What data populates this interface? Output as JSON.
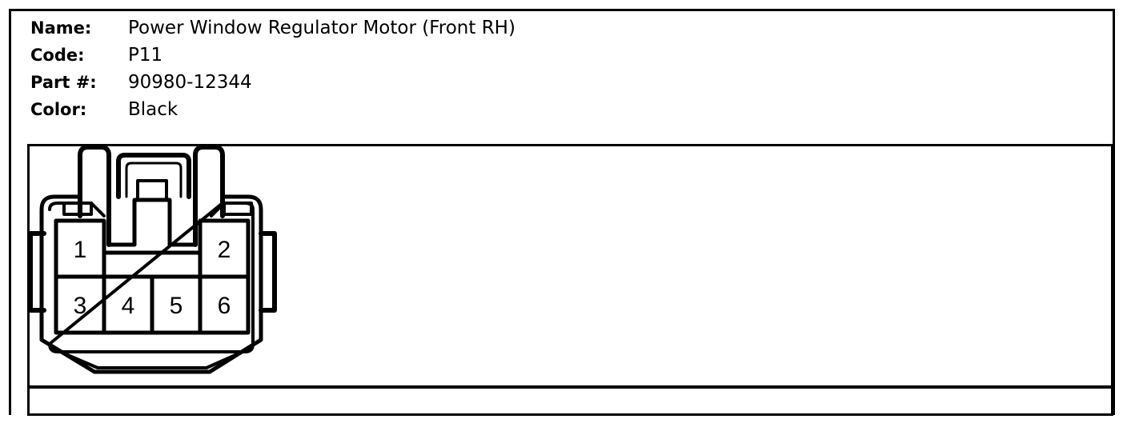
{
  "connector": {
    "fields": [
      {
        "label": "Name:",
        "value": "Power Window Regulator Motor (Front RH)"
      },
      {
        "label": "Code:",
        "value": "P11"
      },
      {
        "label": "Part #:",
        "value": "90980-12344"
      },
      {
        "label": "Color:",
        "value": "Black"
      }
    ]
  },
  "pins": [
    "1",
    "2",
    "3",
    "4",
    "5",
    "6"
  ]
}
